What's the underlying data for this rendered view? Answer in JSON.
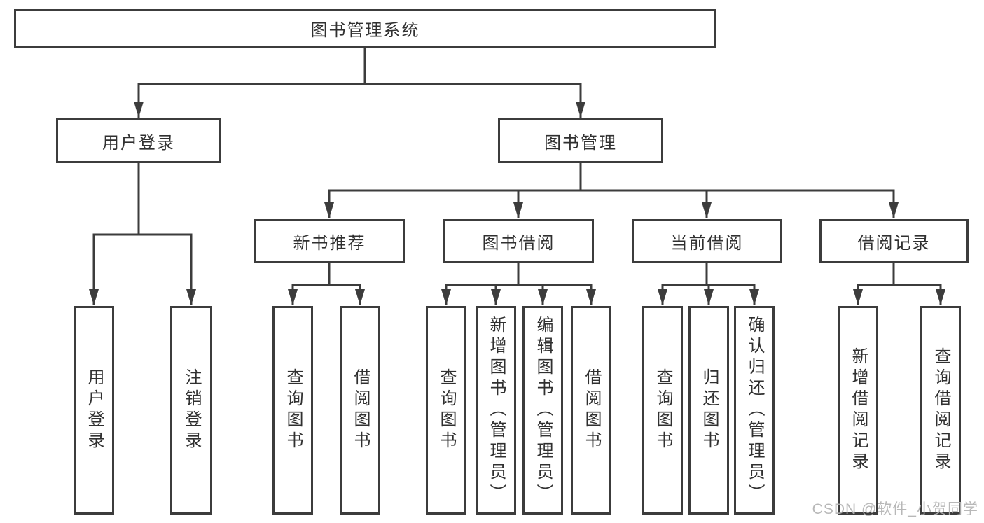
{
  "diagram": {
    "root": {
      "label": "图书管理系统",
      "children": [
        {
          "label": "用户登录",
          "children": [
            {
              "label": "用户登录"
            },
            {
              "label": "注销登录"
            }
          ]
        },
        {
          "label": "图书管理",
          "children": [
            {
              "label": "新书推荐",
              "children": [
                {
                  "label": "查询图书"
                },
                {
                  "label": "借阅图书"
                }
              ]
            },
            {
              "label": "图书借阅",
              "children": [
                {
                  "label": "查询图书"
                },
                {
                  "label": "新增图书（管理员）"
                },
                {
                  "label": "编辑图书（管理员）"
                },
                {
                  "label": "借阅图书"
                }
              ]
            },
            {
              "label": "当前借阅",
              "children": [
                {
                  "label": "查询图书"
                },
                {
                  "label": "归还图书"
                },
                {
                  "label": "确认归还（管理员）"
                }
              ]
            },
            {
              "label": "借阅记录",
              "children": [
                {
                  "label": "新增借阅记录"
                },
                {
                  "label": "查询借阅记录"
                }
              ]
            }
          ]
        }
      ]
    },
    "watermark": "CSDN @软件_小贺同学",
    "colors": {
      "line": "#3c3c3c",
      "box_border": "#3c3c3c",
      "text": "#303030",
      "watermark": "#b3b3b3",
      "background": "#ffffff"
    }
  }
}
